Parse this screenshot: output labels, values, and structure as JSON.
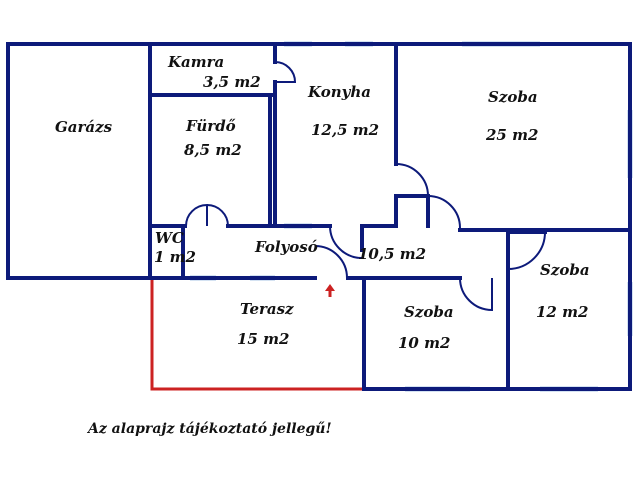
{
  "colors": {
    "wall": "#0d1a7a",
    "window": "#a9c4e6",
    "terrace_outline": "#cc2222",
    "door_arc": "#0d1a7a",
    "arrow": "#cc2222",
    "text": "#111111"
  },
  "rooms": {
    "garazs": {
      "name": "Garázs",
      "area": ""
    },
    "kamra": {
      "name": "Kamra",
      "area": "3,5 m2"
    },
    "furdo": {
      "name": "Fürdő",
      "area": "8,5 m2"
    },
    "konyha": {
      "name": "Konyha",
      "area": "12,5 m2"
    },
    "szoba_large": {
      "name": "Szoba",
      "area": "25 m2"
    },
    "wc": {
      "name": "WC",
      "area": "1 m2"
    },
    "folyoso": {
      "name": "Folyosó",
      "area": "10,5 m2"
    },
    "terasz": {
      "name": "Terasz",
      "area": "15 m2"
    },
    "szoba_mid": {
      "name": "Szoba",
      "area": "10 m2"
    },
    "szoba_right": {
      "name": "Szoba",
      "area": "12 m2"
    }
  },
  "entrance_icon": "up-arrow-icon",
  "footer_note": "Az alaprajz tájékoztató jellegű!"
}
